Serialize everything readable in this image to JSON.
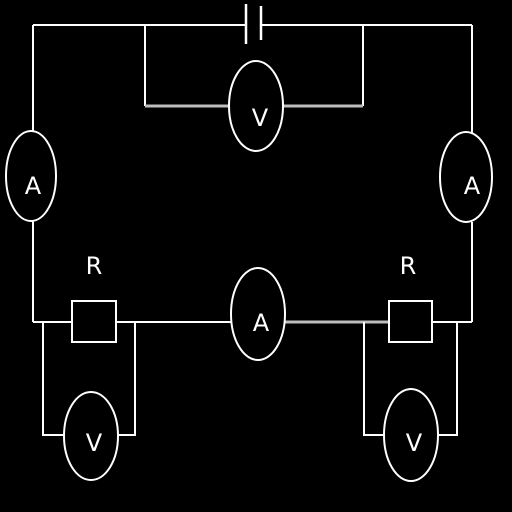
{
  "diagram": {
    "meters": {
      "voltmeter_battery": "V",
      "ammeter_left": "A",
      "ammeter_right": "A",
      "ammeter_middle": "A",
      "voltmeter_left_resistor": "V",
      "voltmeter_right_resistor": "V"
    },
    "resistors": {
      "left_label": "R",
      "right_label": "R"
    }
  },
  "colors": {
    "background": "#000000",
    "wire": "#ffffff",
    "grey_wire": "#bdbdbd"
  }
}
